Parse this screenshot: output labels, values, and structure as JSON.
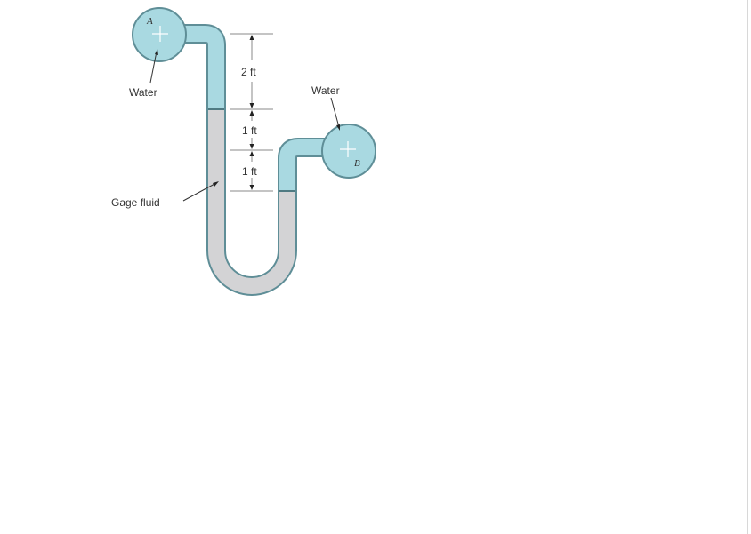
{
  "diagram": {
    "point_a": "A",
    "point_b": "B",
    "water_left": "Water",
    "water_right": "Water",
    "gage_fluid": "Gage fluid",
    "dim_top": "2 ft",
    "dim_middle": "1 ft",
    "dim_bottom": "1 ft",
    "colors": {
      "water": "#a9d9e1",
      "gage_fluid": "#d3d3d5",
      "outline": "#5f8e97"
    }
  }
}
